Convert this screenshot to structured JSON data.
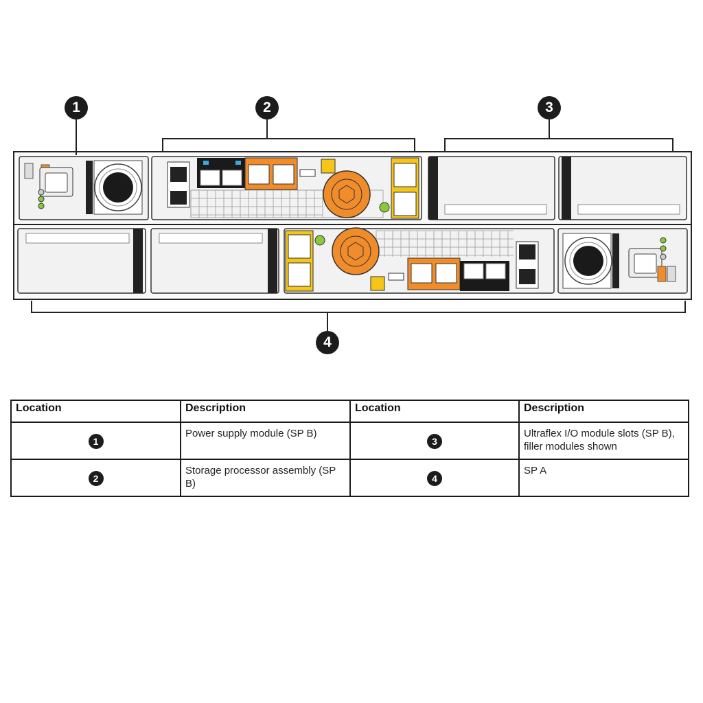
{
  "callouts": [
    {
      "number": "1",
      "meaning": "Power supply module (SP B)"
    },
    {
      "number": "2",
      "meaning": "Storage processor assembly (SP B)"
    },
    {
      "number": "3",
      "meaning": "Ultraflex I/O module slots (SP B), filler modules shown"
    },
    {
      "number": "4",
      "meaning": "SP A"
    }
  ],
  "table": {
    "headers": [
      "Location",
      "Description",
      "Location",
      "Description"
    ],
    "rows": [
      {
        "loc_a": "1",
        "desc_a": "Power supply module (SP B)",
        "loc_b": "3",
        "desc_b": "Ultraflex I/O module slots (SP B), filler modules shown"
      },
      {
        "loc_a": "2",
        "desc_a": "Storage processor assembly (SP B)",
        "loc_b": "4",
        "desc_b": "SP A"
      }
    ]
  },
  "colors": {
    "orange": "#f08c2a",
    "yellow": "#f5c518",
    "green_led": "#8cc83c",
    "blue_tab": "#3aa9dc",
    "outline": "#222222",
    "chassis_fill": "#f4f4f4"
  }
}
